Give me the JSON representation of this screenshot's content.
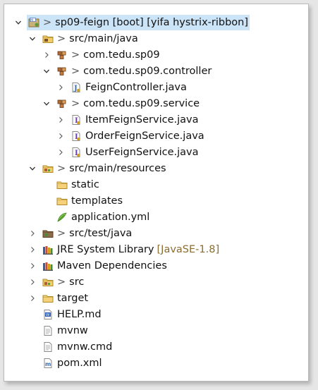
{
  "tree": [
    {
      "depth": 0,
      "expanded": true,
      "toggle": true,
      "icon": "project-icon",
      "prefix": ">",
      "label": "sp09-feign [boot] [yifa hystrix-ribbon]",
      "selected": true
    },
    {
      "depth": 1,
      "expanded": true,
      "toggle": true,
      "icon": "source-folder-icon",
      "prefix": ">",
      "label": "src/main/java"
    },
    {
      "depth": 2,
      "expanded": false,
      "toggle": true,
      "icon": "package-icon",
      "prefix": ">",
      "label": "com.tedu.sp09"
    },
    {
      "depth": 2,
      "expanded": true,
      "toggle": true,
      "icon": "package-icon",
      "prefix": ">",
      "label": "com.tedu.sp09.controller"
    },
    {
      "depth": 3,
      "expanded": false,
      "toggle": true,
      "icon": "java-class-icon",
      "label": "FeignController.java"
    },
    {
      "depth": 2,
      "expanded": true,
      "toggle": true,
      "icon": "package-icon",
      "prefix": ">",
      "label": "com.tedu.sp09.service"
    },
    {
      "depth": 3,
      "expanded": false,
      "toggle": true,
      "icon": "java-interface-icon",
      "label": "ItemFeignService.java"
    },
    {
      "depth": 3,
      "expanded": false,
      "toggle": true,
      "icon": "java-interface-icon",
      "label": "OrderFeignService.java"
    },
    {
      "depth": 3,
      "expanded": false,
      "toggle": true,
      "icon": "java-interface-icon",
      "label": "UserFeignService.java"
    },
    {
      "depth": 1,
      "expanded": true,
      "toggle": true,
      "icon": "resource-folder-icon",
      "prefix": ">",
      "label": "src/main/resources"
    },
    {
      "depth": 2,
      "toggle": false,
      "icon": "folder-icon",
      "label": "static"
    },
    {
      "depth": 2,
      "toggle": false,
      "icon": "folder-icon",
      "label": "templates"
    },
    {
      "depth": 2,
      "toggle": false,
      "icon": "yaml-file-icon",
      "label": "application.yml"
    },
    {
      "depth": 1,
      "expanded": false,
      "toggle": true,
      "icon": "test-folder-icon",
      "prefix": ">",
      "label": "src/test/java"
    },
    {
      "depth": 1,
      "expanded": false,
      "toggle": true,
      "icon": "library-icon",
      "label": "JRE System Library",
      "decoration": "[JavaSE-1.8]"
    },
    {
      "depth": 1,
      "expanded": false,
      "toggle": true,
      "icon": "library-icon",
      "label": "Maven Dependencies"
    },
    {
      "depth": 1,
      "expanded": false,
      "toggle": true,
      "icon": "resource-folder-icon",
      "prefix": ">",
      "label": "src"
    },
    {
      "depth": 1,
      "expanded": false,
      "toggle": true,
      "icon": "folder-icon",
      "label": "target"
    },
    {
      "depth": 1,
      "toggle": false,
      "icon": "markdown-file-icon",
      "label": "HELP.md"
    },
    {
      "depth": 1,
      "toggle": false,
      "icon": "text-file-icon",
      "label": "mvnw"
    },
    {
      "depth": 1,
      "toggle": false,
      "icon": "text-file-icon",
      "label": "mvnw.cmd"
    },
    {
      "depth": 1,
      "toggle": false,
      "icon": "xml-file-icon",
      "label": "pom.xml"
    }
  ]
}
